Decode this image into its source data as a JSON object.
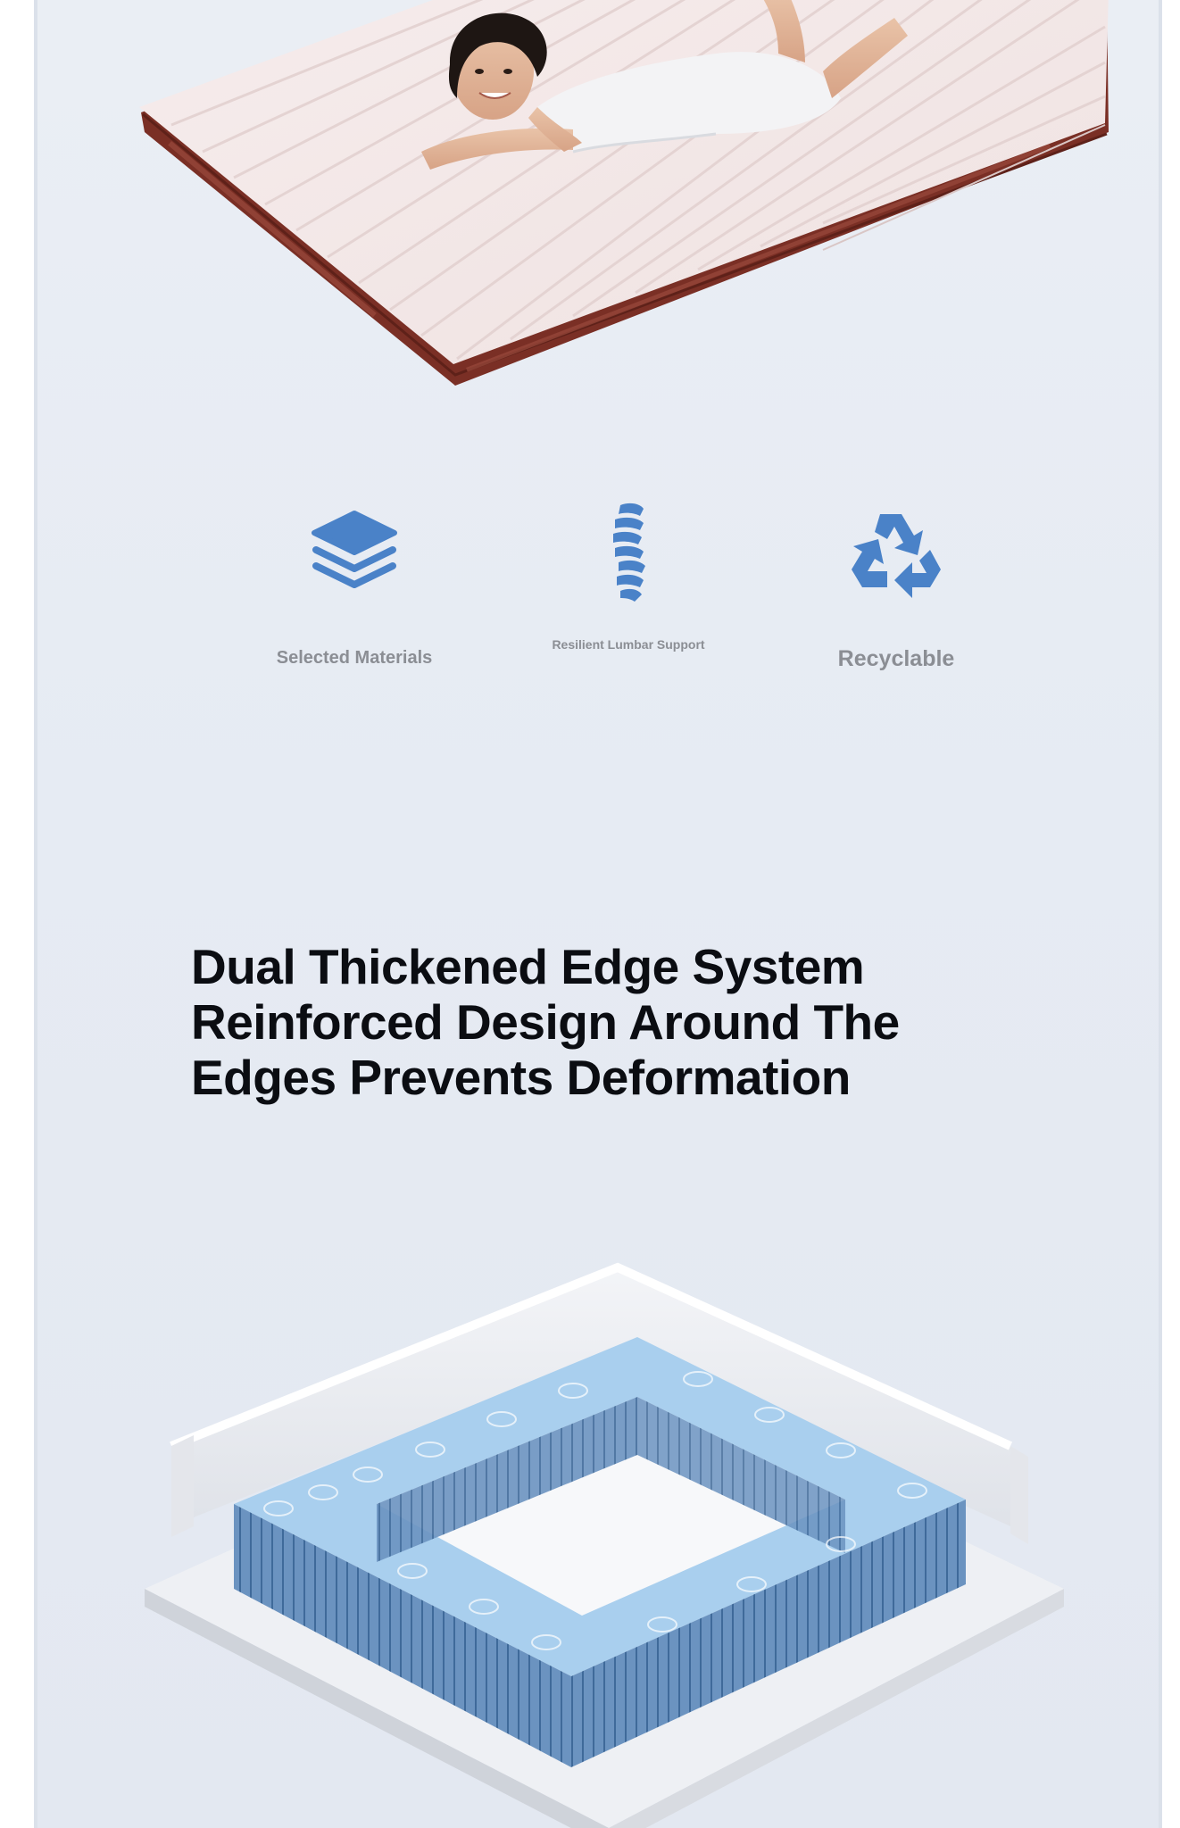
{
  "features": [
    {
      "label": "Selected Materials",
      "icon": "layers-icon"
    },
    {
      "label": "Resilient Lumbar Support",
      "icon": "spine-icon"
    },
    {
      "label": "Recyclable",
      "icon": "recycle-icon"
    }
  ],
  "headline": {
    "line1": "Dual Thickened Edge System",
    "line2": "Reinforced Design Around The",
    "line3": "Edges Prevents Deformation"
  },
  "colors": {
    "accent": "#4a82c8",
    "mattress_border": "#7a2f25",
    "spring_blue": "#6b93c0",
    "foam_light_blue": "#a9cfee",
    "headline": "#0b0d12",
    "feature_text": "#8b8e94"
  }
}
